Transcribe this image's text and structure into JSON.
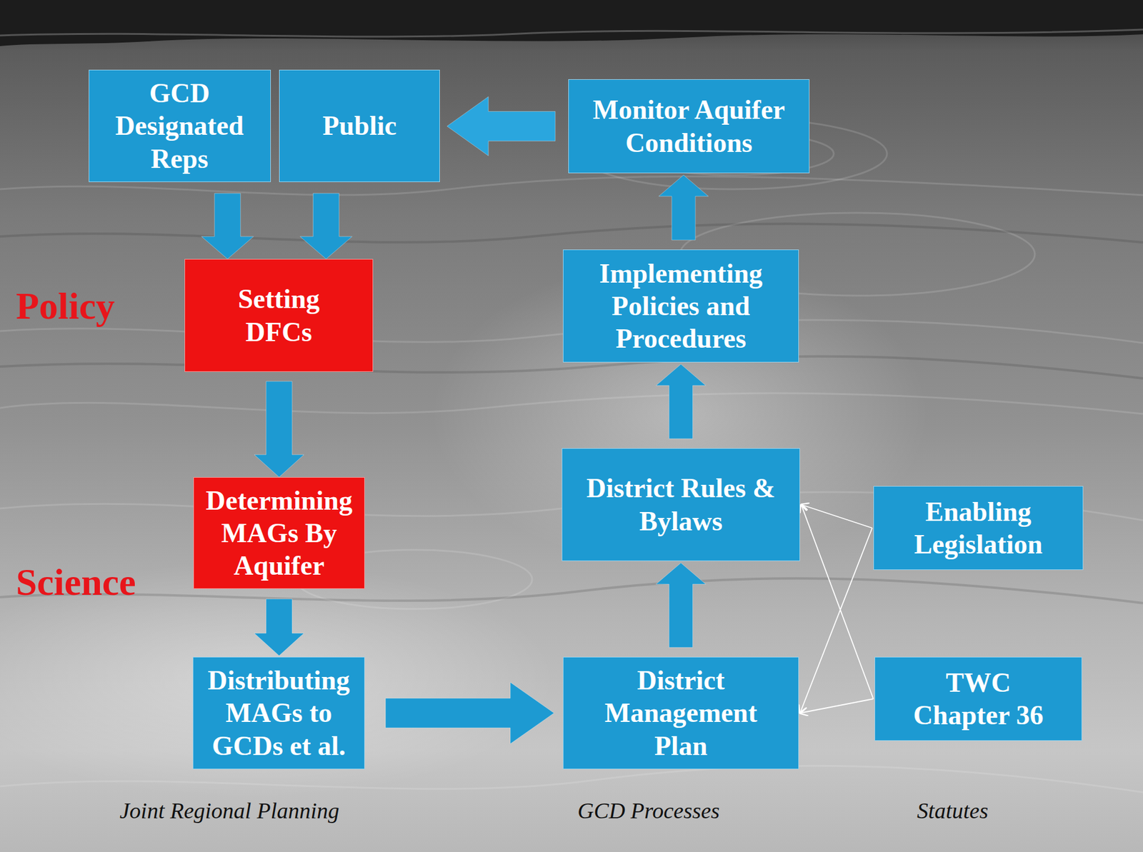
{
  "diagram": {
    "nodes": [
      {
        "text": [
          "GCD Designated Reps"
        ]
      },
      {
        "text": [
          "Public"
        ]
      },
      {
        "text": [
          "Monitor Aquifer Conditions"
        ]
      },
      {
        "text": [
          "Setting DFCs"
        ]
      },
      {
        "text": [
          "Implementing Policies and Procedures"
        ]
      },
      {
        "text": [
          "Determining MAGs By Aquifer"
        ]
      },
      {
        "text": [
          "District Rules & Bylaws"
        ]
      },
      {
        "text": [
          "Enabling Legislation"
        ]
      },
      {
        "text": [
          "Distributing MAGs to GCDs et al."
        ]
      },
      {
        "text": [
          "District Management Plan"
        ]
      },
      {
        "text": [
          "TWC Chapter 36"
        ]
      }
    ],
    "edges": [
      {
        "from": 2,
        "to": 1,
        "arrow": "to"
      },
      {
        "from": 0,
        "to": 3,
        "arrow": "to"
      },
      {
        "from": 1,
        "to": 3,
        "arrow": "to"
      },
      {
        "from": 3,
        "to": 5,
        "arrow": "to"
      },
      {
        "from": 5,
        "to": 8,
        "arrow": "to"
      },
      {
        "from": 8,
        "to": 9,
        "arrow": "to"
      },
      {
        "from": 9,
        "to": 6,
        "arrow": "to"
      },
      {
        "from": 6,
        "to": 4,
        "arrow": "to"
      },
      {
        "from": 4,
        "to": 2,
        "arrow": "to"
      },
      {
        "from": 7,
        "to": 6,
        "arrow": "to"
      },
      {
        "from": 7,
        "to": 9,
        "arrow": "to"
      },
      {
        "from": 10,
        "to": 6,
        "arrow": "to"
      },
      {
        "from": 10,
        "to": 9,
        "arrow": "to"
      }
    ],
    "labels": [
      "Policy",
      "Science",
      "Joint Regional Planning",
      "GCD Processes",
      "Statutes"
    ]
  }
}
